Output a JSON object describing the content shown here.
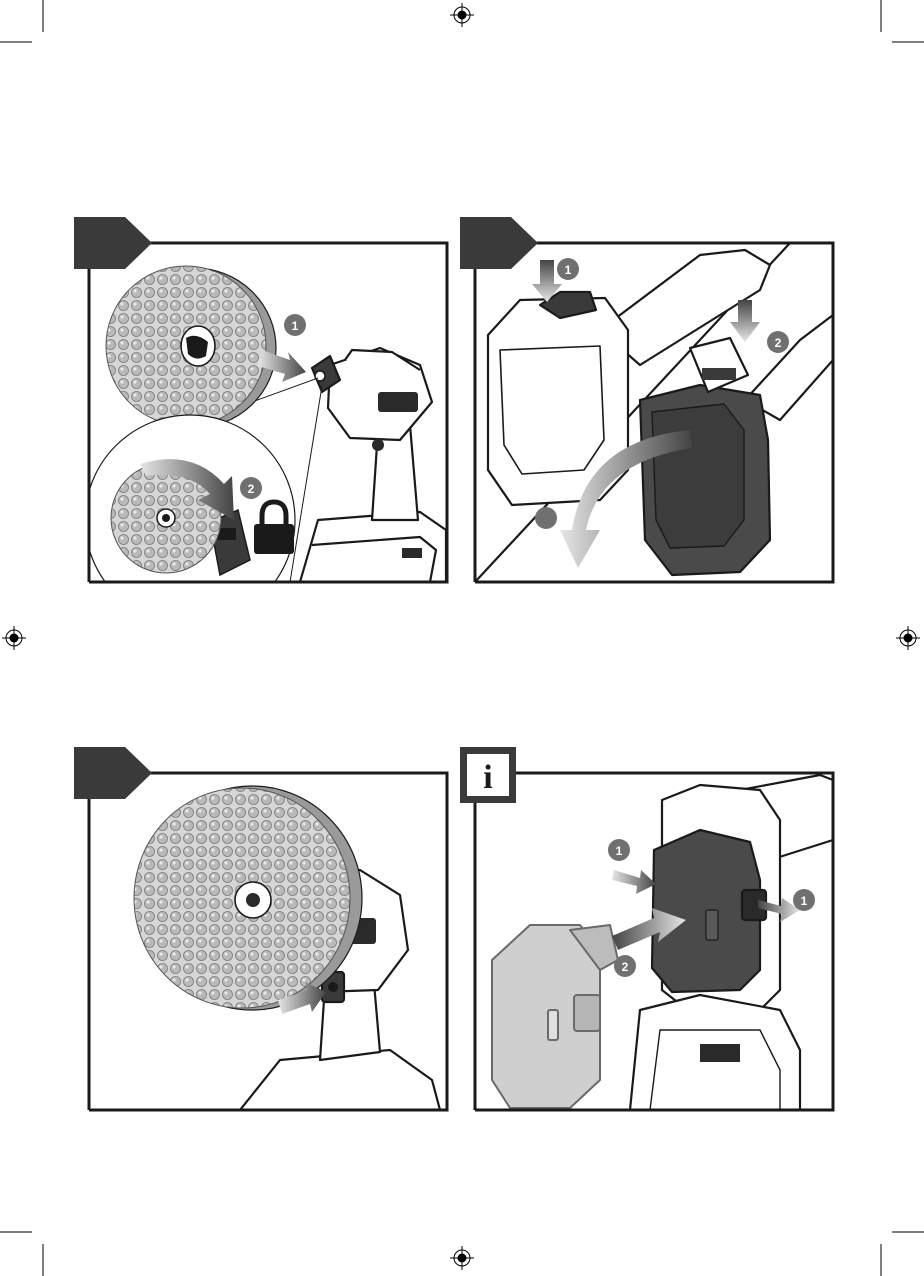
{
  "page": {
    "background": "#ffffff"
  },
  "colors": {
    "frame": "#1a1a1a",
    "tab": "#3a3a3a",
    "callout": "#707070",
    "brush": "#c9c9c9",
    "battery": "#4a4a4a",
    "battery_light": "#cfcfcf"
  },
  "icons": [
    "registration-mark-icon",
    "crop-mark-icon",
    "lock-icon",
    "info-icon",
    "arrow-icon",
    "step-callout-icon"
  ],
  "panels": [
    {
      "id": "panel-1",
      "callouts": [
        "1",
        "2"
      ],
      "icons": [
        "lock-icon"
      ],
      "depicts": [
        "brush-disc",
        "polisher-head",
        "arrow-icon"
      ]
    },
    {
      "id": "panel-2",
      "callouts": [
        "1",
        "2"
      ],
      "depicts": [
        "battery-door",
        "battery",
        "arrow-icon"
      ]
    },
    {
      "id": "panel-3",
      "callouts": [],
      "depicts": [
        "brush-disc",
        "spindle-lock-button",
        "arrow-icon"
      ]
    },
    {
      "id": "panel-4",
      "info_tab": "i",
      "callouts": [
        "1",
        "1",
        "2"
      ],
      "depicts": [
        "battery-release-buttons",
        "battery",
        "arrow-icon"
      ]
    }
  ]
}
